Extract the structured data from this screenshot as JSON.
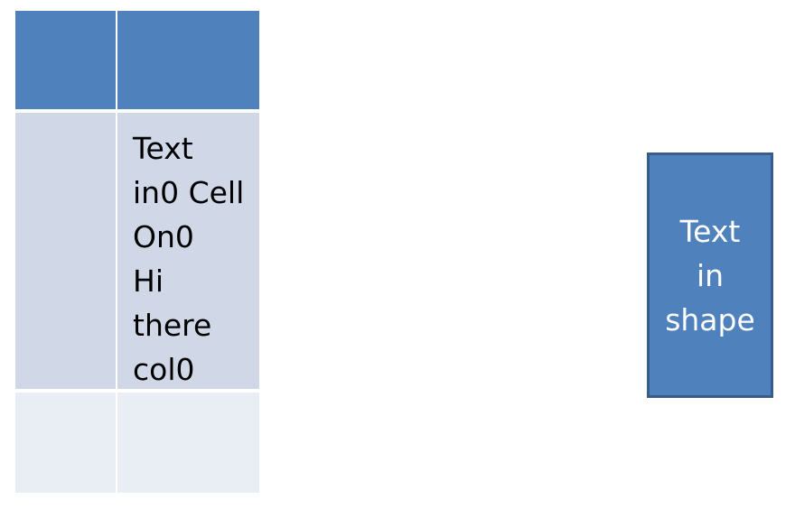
{
  "colors": {
    "header": "#4f81bd",
    "body": "#d0d8e8",
    "alt": "#e9edf4",
    "shape_fill": "#4f81bd",
    "shape_border": "#385d8a"
  },
  "table": {
    "cell_lines": [
      "Text",
      "in0 Cell",
      "On0",
      "Hi",
      "there",
      "col0"
    ]
  },
  "shape": {
    "lines": [
      "Text",
      "in",
      "shape"
    ]
  }
}
